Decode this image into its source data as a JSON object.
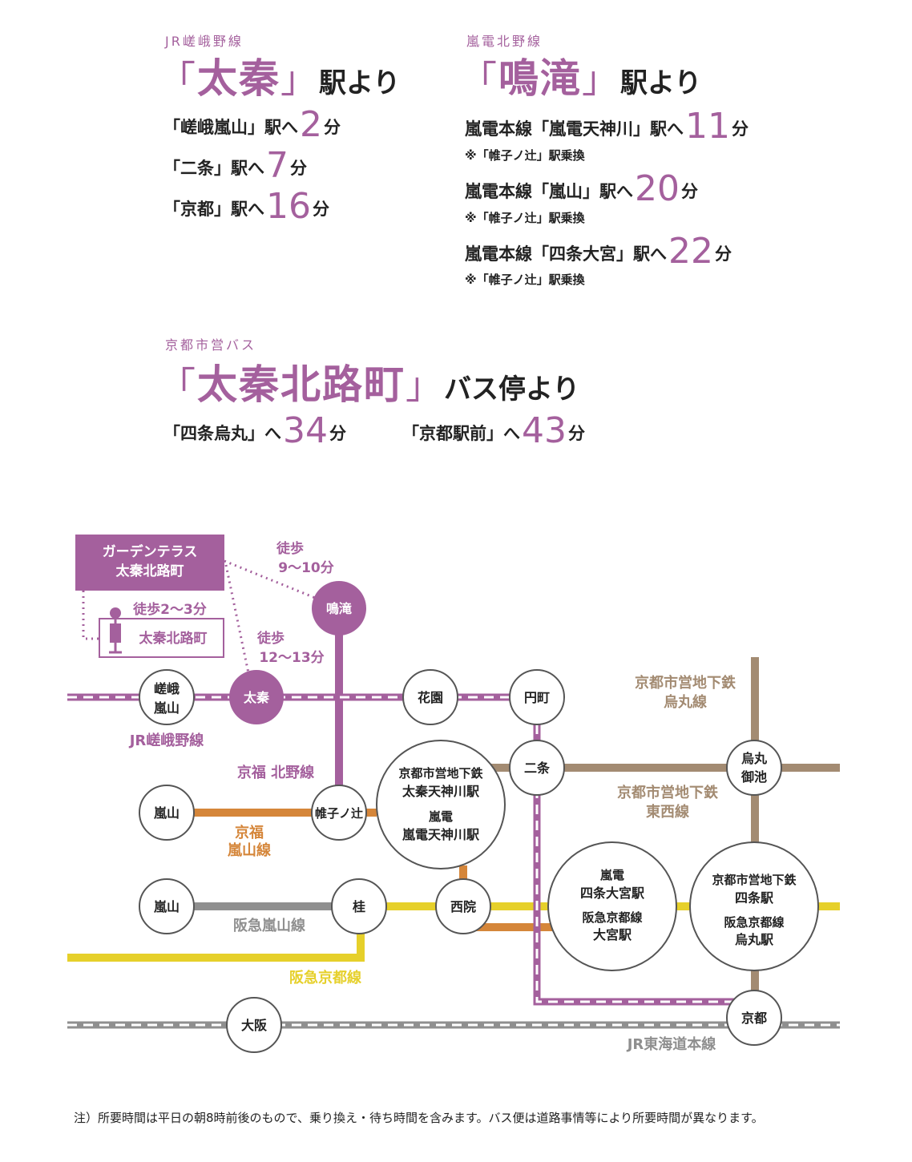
{
  "section1": {
    "line_label": "JR嵯峨野線",
    "station": "太秦",
    "suffix": "駅より",
    "routes": [
      {
        "prefix": "「嵯峨嵐山」駅へ",
        "minutes": "2",
        "unit": "分"
      },
      {
        "prefix": "「二条」駅へ",
        "minutes": "7",
        "unit": "分"
      },
      {
        "prefix": "「京都」駅へ",
        "minutes": "16",
        "unit": "分"
      }
    ]
  },
  "section2": {
    "line_label": "嵐電北野線",
    "station": "鳴滝",
    "suffix": "駅より",
    "routes": [
      {
        "prefix": "嵐電本線「嵐電天神川」駅へ",
        "minutes": "11",
        "unit": "分",
        "note": "※「帷子ノ辻」駅乗換"
      },
      {
        "prefix": "嵐電本線「嵐山」駅へ",
        "minutes": "20",
        "unit": "分",
        "note": "※「帷子ノ辻」駅乗換"
      },
      {
        "prefix": "嵐電本線「四条大宮」駅へ",
        "minutes": "22",
        "unit": "分",
        "note": "※「帷子ノ辻」駅乗換"
      }
    ]
  },
  "section3": {
    "line_label": "京都市営バス",
    "station": "太秦北路町",
    "suffix": "バス停より",
    "routes": [
      {
        "prefix": "「四条烏丸」へ",
        "minutes": "34",
        "unit": "分"
      },
      {
        "prefix": "「京都駅前」へ",
        "minutes": "43",
        "unit": "分"
      }
    ]
  },
  "map": {
    "property_line1": "ガーデンテラス",
    "property_line2": "太秦北路町",
    "bus_stop": "太秦北路町",
    "walk_bus": "徒歩2〜3分",
    "walk_narutaki_1": "徒歩",
    "walk_narutaki_2": "9〜10分",
    "walk_uzumasa_1": "徒歩",
    "walk_uzumasa_2": "12〜13分",
    "stations": {
      "saga_arashiyama_1": "嵯峨",
      "saga_arashiyama_2": "嵐山",
      "uzumasa": "太秦",
      "narutaki": "鳴滝",
      "hanazono": "花園",
      "enmachi": "円町",
      "nijo": "二条",
      "karasuma_oike_1": "烏丸",
      "karasuma_oike_2": "御池",
      "arashiyama_keifuku": "嵐山",
      "katabiranotsuji": "帷子ノ辻",
      "tenjingawa_1": "京都市営地下鉄",
      "tenjingawa_2": "太秦天神川駅",
      "tenjingawa_3": "嵐電",
      "tenjingawa_4": "嵐電天神川駅",
      "arashiyama_hankyu": "嵐山",
      "katsura": "桂",
      "saiin": "西院",
      "omiya_1": "嵐電",
      "omiya_2": "四条大宮駅",
      "omiya_3": "阪急京都線",
      "omiya_4": "大宮駅",
      "shijo_1": "京都市営地下鉄",
      "shijo_2": "四条駅",
      "shijo_3": "阪急京都線",
      "shijo_4": "烏丸駅",
      "osaka": "大阪",
      "kyoto": "京都"
    },
    "lines": {
      "jr_sagano": "JR嵯峨野線",
      "keifuku_kitano": "京福 北野線",
      "keifuku_arashiyama_1": "京福",
      "keifuku_arashiyama_2": "嵐山線",
      "karasuma_line_1": "京都市営地下鉄",
      "karasuma_line_2": "烏丸線",
      "tozai_line_1": "京都市営地下鉄",
      "tozai_line_2": "東西線",
      "hankyu_arashiyama": "阪急嵐山線",
      "hankyu_kyoto": "阪急京都線",
      "jr_tokaido": "JR東海道本線"
    },
    "colors": {
      "jr_purple": "#a4609d",
      "keifuku_orange": "#d5863a",
      "subway_brown": "#a38b72",
      "hankyu_yellow": "#e6d02a",
      "hankyu_gray": "#8f8f8f",
      "jr_tokaido_gray": "#8f8f8f"
    }
  },
  "footnote": "注）所要時間は平日の朝8時前後のもので、乗り換え・待ち時間を含みます。バス便は道路事情等により所要時間が異なります。"
}
